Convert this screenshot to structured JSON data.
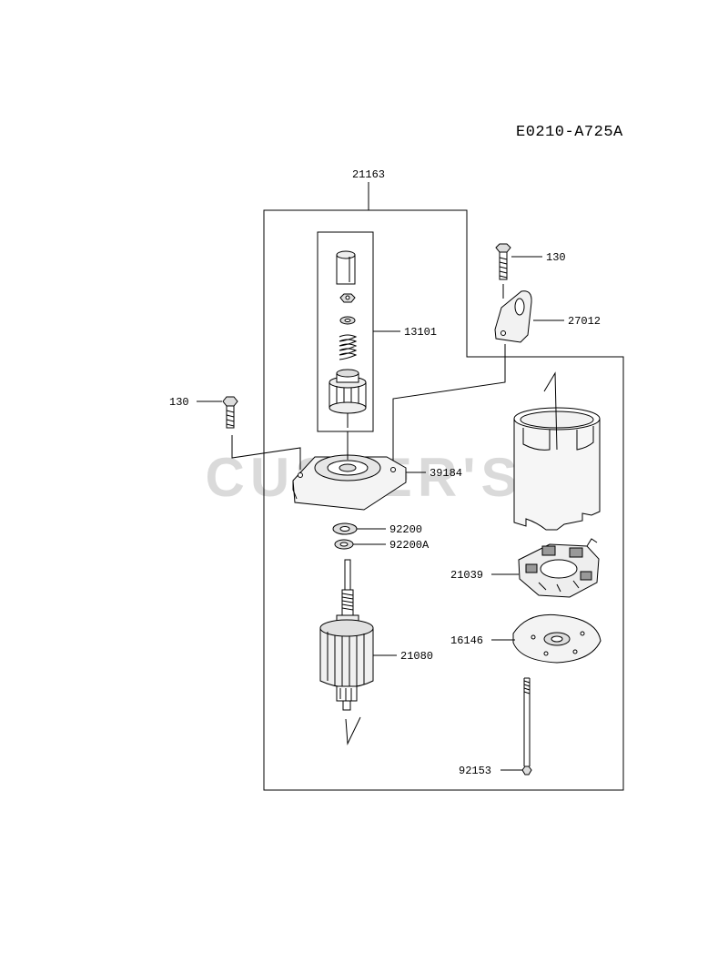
{
  "diagram_code": "E0210-A725A",
  "watermark": "CUSTER'S",
  "labels": {
    "assembly": "21163",
    "bolt_top": "130",
    "bracket": "27012",
    "pinion_kit": "13101",
    "bolt_left": "130",
    "end_cover": "39184",
    "washer_1": "92200",
    "washer_2": "92200A",
    "armature": "21080",
    "brush_holder": "21039",
    "plate": "16146",
    "through_bolt": "92153"
  }
}
